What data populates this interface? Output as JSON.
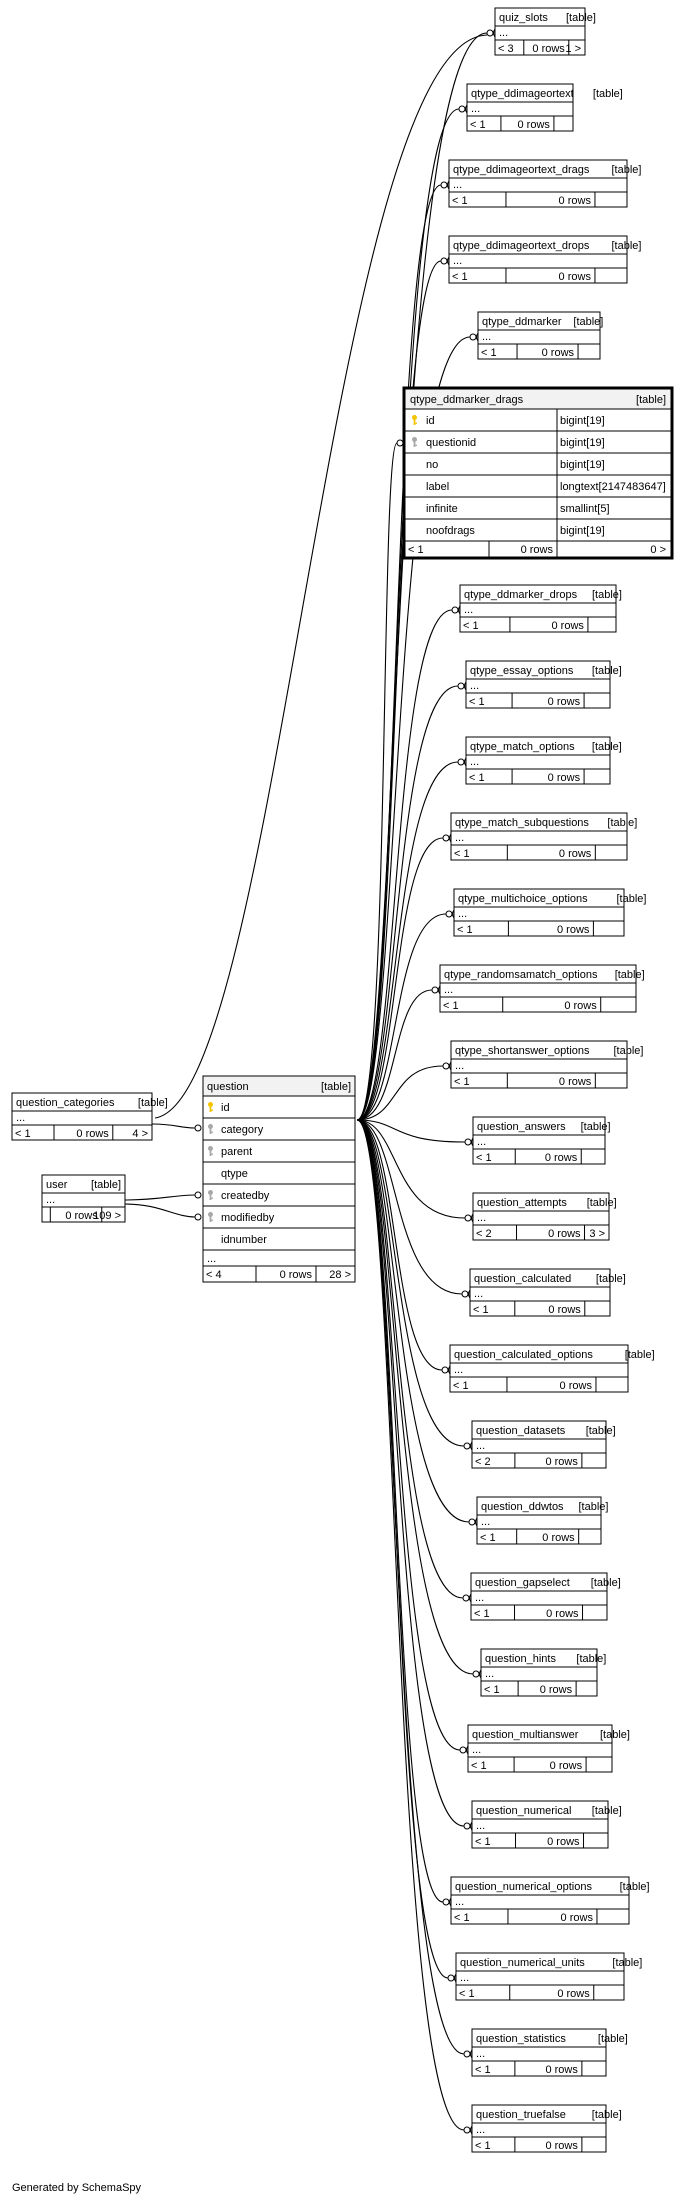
{
  "hub": {
    "name": "question",
    "tag": "[table]",
    "columns": [
      {
        "name": "id",
        "key": "pk"
      },
      {
        "name": "category",
        "key": "fk"
      },
      {
        "name": "parent",
        "key": "fk"
      },
      {
        "name": "qtype",
        "key": ""
      },
      {
        "name": "createdby",
        "key": "fk"
      },
      {
        "name": "modifiedby",
        "key": "fk"
      },
      {
        "name": "idnumber",
        "key": ""
      }
    ],
    "ellipsis": "...",
    "footer": [
      "< 4",
      "0 rows",
      "28 >"
    ]
  },
  "parents": [
    {
      "name": "question_categories",
      "tag": "[table]",
      "ellipsis": "...",
      "footer": [
        "< 1",
        "0 rows",
        "4 >"
      ]
    },
    {
      "name": "user",
      "tag": "[table]",
      "ellipsis": "...",
      "footer": [
        "",
        "0 rows",
        "109 >"
      ]
    }
  ],
  "focus": {
    "name": "qtype_ddmarker_drags",
    "tag": "[table]",
    "columns": [
      {
        "name": "id",
        "type": "bigint[19]",
        "key": "pk"
      },
      {
        "name": "questionid",
        "type": "bigint[19]",
        "key": "fk"
      },
      {
        "name": "no",
        "type": "bigint[19]",
        "key": ""
      },
      {
        "name": "label",
        "type": "longtext[2147483647]",
        "key": ""
      },
      {
        "name": "infinite",
        "type": "smallint[5]",
        "key": ""
      },
      {
        "name": "noofdrags",
        "type": "bigint[19]",
        "key": ""
      }
    ],
    "footer": [
      "< 1",
      "0 rows",
      "0 >"
    ]
  },
  "children": [
    {
      "name": "quiz_slots",
      "tag": "[table]",
      "ellipsis": "...",
      "footer": [
        "< 3",
        "0 rows",
        "1 >"
      ]
    },
    {
      "name": "qtype_ddimageortext",
      "tag": "[table]",
      "ellipsis": "...",
      "footer": [
        "< 1",
        "0 rows",
        ""
      ]
    },
    {
      "name": "qtype_ddimageortext_drags",
      "tag": "[table]",
      "ellipsis": "...",
      "footer": [
        "< 1",
        "0 rows",
        ""
      ]
    },
    {
      "name": "qtype_ddimageortext_drops",
      "tag": "[table]",
      "ellipsis": "...",
      "footer": [
        "< 1",
        "0 rows",
        ""
      ]
    },
    {
      "name": "qtype_ddmarker",
      "tag": "[table]",
      "ellipsis": "...",
      "footer": [
        "< 1",
        "0 rows",
        ""
      ]
    },
    {
      "name": "qtype_ddmarker_drops",
      "tag": "[table]",
      "ellipsis": "...",
      "footer": [
        "< 1",
        "0 rows",
        ""
      ]
    },
    {
      "name": "qtype_essay_options",
      "tag": "[table]",
      "ellipsis": "...",
      "footer": [
        "< 1",
        "0 rows",
        ""
      ]
    },
    {
      "name": "qtype_match_options",
      "tag": "[table]",
      "ellipsis": "...",
      "footer": [
        "< 1",
        "0 rows",
        ""
      ]
    },
    {
      "name": "qtype_match_subquestions",
      "tag": "[table]",
      "ellipsis": "...",
      "footer": [
        "< 1",
        "0 rows",
        ""
      ]
    },
    {
      "name": "qtype_multichoice_options",
      "tag": "[table]",
      "ellipsis": "...",
      "footer": [
        "< 1",
        "0 rows",
        ""
      ]
    },
    {
      "name": "qtype_randomsamatch_options",
      "tag": "[table]",
      "ellipsis": "...",
      "footer": [
        "< 1",
        "0 rows",
        ""
      ]
    },
    {
      "name": "qtype_shortanswer_options",
      "tag": "[table]",
      "ellipsis": "...",
      "footer": [
        "< 1",
        "0 rows",
        ""
      ]
    },
    {
      "name": "question_answers",
      "tag": "[table]",
      "ellipsis": "...",
      "footer": [
        "< 1",
        "0 rows",
        ""
      ]
    },
    {
      "name": "question_attempts",
      "tag": "[table]",
      "ellipsis": "...",
      "footer": [
        "< 2",
        "0 rows",
        "3 >"
      ]
    },
    {
      "name": "question_calculated",
      "tag": "[table]",
      "ellipsis": "...",
      "footer": [
        "< 1",
        "0 rows",
        ""
      ]
    },
    {
      "name": "question_calculated_options",
      "tag": "[table]",
      "ellipsis": "...",
      "footer": [
        "< 1",
        "0 rows",
        ""
      ]
    },
    {
      "name": "question_datasets",
      "tag": "[table]",
      "ellipsis": "...",
      "footer": [
        "< 2",
        "0 rows",
        ""
      ]
    },
    {
      "name": "question_ddwtos",
      "tag": "[table]",
      "ellipsis": "...",
      "footer": [
        "< 1",
        "0 rows",
        ""
      ]
    },
    {
      "name": "question_gapselect",
      "tag": "[table]",
      "ellipsis": "...",
      "footer": [
        "< 1",
        "0 rows",
        ""
      ]
    },
    {
      "name": "question_hints",
      "tag": "[table]",
      "ellipsis": "...",
      "footer": [
        "< 1",
        "0 rows",
        ""
      ]
    },
    {
      "name": "question_multianswer",
      "tag": "[table]",
      "ellipsis": "...",
      "footer": [
        "< 1",
        "0 rows",
        ""
      ]
    },
    {
      "name": "question_numerical",
      "tag": "[table]",
      "ellipsis": "...",
      "footer": [
        "< 1",
        "0 rows",
        ""
      ]
    },
    {
      "name": "question_numerical_options",
      "tag": "[table]",
      "ellipsis": "...",
      "footer": [
        "< 1",
        "0 rows",
        ""
      ]
    },
    {
      "name": "question_numerical_units",
      "tag": "[table]",
      "ellipsis": "...",
      "footer": [
        "< 1",
        "0 rows",
        ""
      ]
    },
    {
      "name": "question_statistics",
      "tag": "[table]",
      "ellipsis": "...",
      "footer": [
        "< 1",
        "0 rows",
        ""
      ]
    },
    {
      "name": "question_truefalse",
      "tag": "[table]",
      "ellipsis": "...",
      "footer": [
        "< 1",
        "0 rows",
        ""
      ]
    }
  ],
  "generated_by": "Generated by SchemaSpy",
  "colors": {
    "primary_key": "#f5c400",
    "foreign_key": "#a8a8a8",
    "header_fill": "#f2f2f2",
    "line": "#000000"
  },
  "icons": {
    "primary_key": "key-icon",
    "foreign_key": "foreign-key-icon"
  }
}
